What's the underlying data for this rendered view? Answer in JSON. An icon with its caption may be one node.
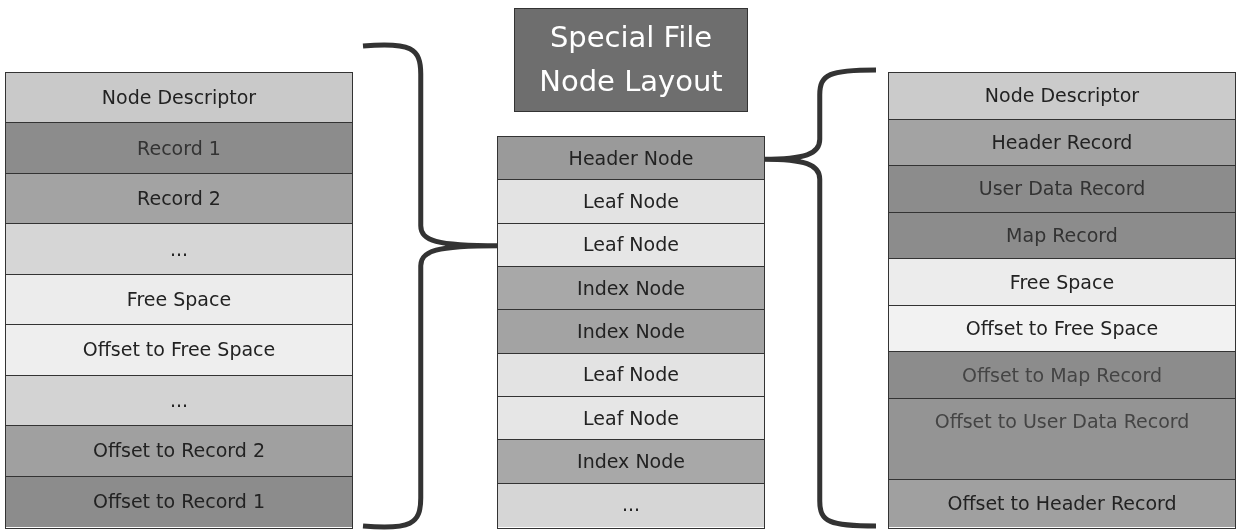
{
  "diagram": {
    "title": "Special File Node Layout",
    "nodes": [
      {
        "text": [],
        "shape": "box"
      },
      {
        "text": [
          "Node Descriptor"
        ],
        "in": 0
      },
      {
        "text": [
          "Record 1"
        ],
        "in": 0
      },
      {
        "text": [
          "Record 2"
        ],
        "in": 0
      },
      {
        "text": [
          "..."
        ],
        "in": 0
      },
      {
        "text": [
          "Free Space"
        ],
        "in": 0
      },
      {
        "text": [
          "Offset to Free Space"
        ],
        "in": 0
      },
      {
        "text": [
          "..."
        ],
        "in": 0
      },
      {
        "text": [
          "Offset to Record 2"
        ],
        "in": 0
      },
      {
        "text": [
          "Offset to Record 1"
        ],
        "in": 0
      },
      {
        "text": [],
        "shape": "box"
      },
      {
        "text": [
          "Header Node"
        ],
        "in": 10
      },
      {
        "text": [
          "Leaf Node"
        ],
        "in": 10
      },
      {
        "text": [
          "Leaf Node"
        ],
        "in": 10
      },
      {
        "text": [
          "Index Node"
        ],
        "in": 10
      },
      {
        "text": [
          "Index Node"
        ],
        "in": 10
      },
      {
        "text": [
          "Leaf Node"
        ],
        "in": 10
      },
      {
        "text": [
          "Leaf Node"
        ],
        "in": 10
      },
      {
        "text": [
          "Index Node"
        ],
        "in": 10
      },
      {
        "text": [
          "..."
        ],
        "in": 10
      },
      {
        "text": [],
        "shape": "box"
      },
      {
        "text": [
          "Node Descriptor"
        ],
        "in": 20
      },
      {
        "text": [
          "Header Record"
        ],
        "in": 20
      },
      {
        "text": [
          "User Data Record"
        ],
        "in": 20
      },
      {
        "text": [
          "Map Record"
        ],
        "in": 20
      },
      {
        "text": [
          "Free Space"
        ],
        "in": 20
      },
      {
        "text": [
          "Offset to Free Space"
        ],
        "in": 20
      },
      {
        "text": [
          "Offset to Map Record"
        ],
        "in": 20
      },
      {
        "text": [
          "Offset to User Data Record"
        ],
        "in": 20
      },
      {
        "text": [
          "Offset to Header Record"
        ],
        "in": 20
      }
    ],
    "edges": [
      {
        "from": 0,
        "to": 13,
        "arrow": "none"
      },
      {
        "from": 11,
        "to": 20,
        "arrow": "none"
      }
    ]
  }
}
